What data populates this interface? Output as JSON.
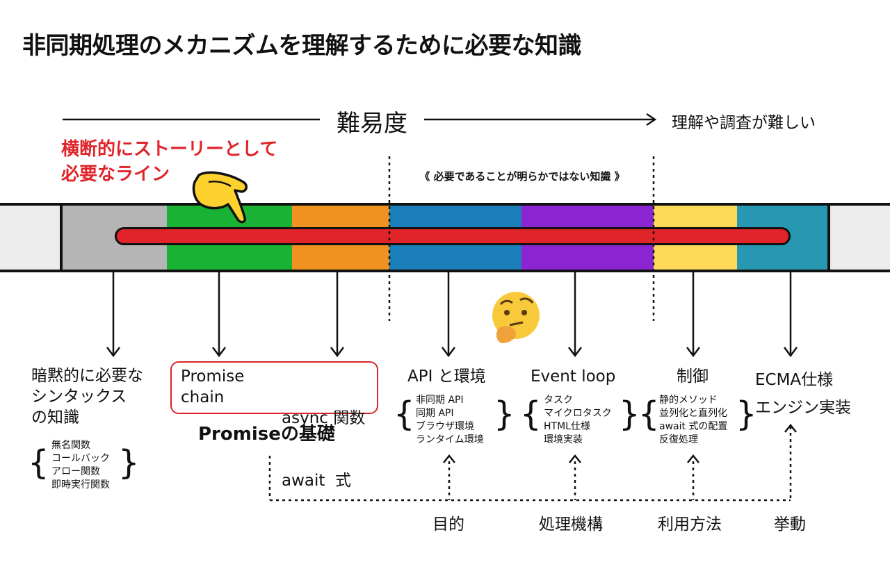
{
  "title": "非同期処理のメカニズムを理解するために必要な知識",
  "difficulty_axis": {
    "label": "難易度",
    "note": "理解や調査が難しい"
  },
  "storyline_label": [
    "横断的にストーリーとして",
    "必要なライン"
  ],
  "unclear_label": "《 必要であることが明らかではない知識 》",
  "colors": {
    "gray": "#b5b5b5",
    "green": "#19b235",
    "orange": "#f0921f",
    "blue": "#1a7eb9",
    "purple": "#8a25d1",
    "yellow": "#fed857",
    "teal": "#2898b2",
    "red": "#e0242a"
  },
  "topics": {
    "implicit": {
      "title": [
        "暗黙的に必要な",
        "シンタックス",
        "の知識"
      ],
      "items": [
        "無名関数",
        "コールバック",
        "アロー関数",
        "即時実行関数"
      ]
    },
    "promise": {
      "left": [
        "Promise",
        "chain"
      ],
      "right": [
        "async 関数",
        "await  式"
      ],
      "caption": "Promiseの基礎"
    },
    "api": {
      "title": "API と環境",
      "items": [
        "非同期 API",
        "同期 API",
        "ブラウザ環境",
        "ランタイム環境"
      ]
    },
    "event_loop": {
      "title": "Event loop",
      "items": [
        "タスク",
        "マイクロタスク",
        "HTML仕様",
        "環境実装"
      ]
    },
    "control": {
      "title": "制御",
      "items": [
        "静的メソッド",
        "並列化と直列化",
        "await 式の配置",
        "反復処理"
      ]
    },
    "ecma": {
      "title": [
        "ECMA仕様",
        "エンジン実装"
      ]
    }
  },
  "bottom_labels": {
    "purpose": "目的",
    "mechanism": "処理機構",
    "usage": "利用方法",
    "behavior": "挙動"
  }
}
